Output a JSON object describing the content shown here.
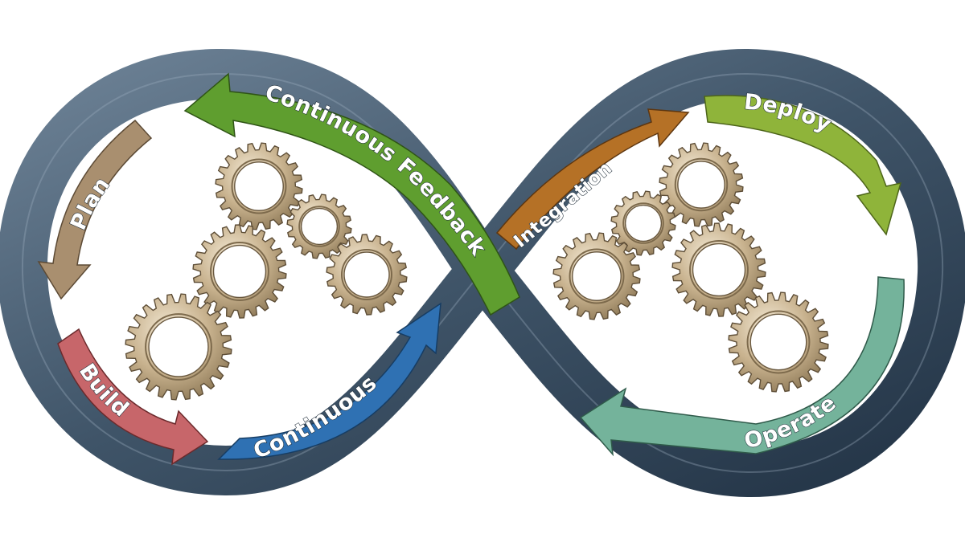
{
  "diagram": {
    "stages": [
      {
        "id": "plan",
        "label": "Plan",
        "color": "#a98f6f"
      },
      {
        "id": "build",
        "label": "Build",
        "color": "#c7666a"
      },
      {
        "id": "continuous",
        "label": "Continuous",
        "color": "#2f71b3"
      },
      {
        "id": "integration",
        "label": "Integration",
        "color": "#b57126"
      },
      {
        "id": "deploy",
        "label": "Deploy",
        "color": "#8fb43a"
      },
      {
        "id": "operate",
        "label": "Operate",
        "color": "#74b39b"
      },
      {
        "id": "continuous-feedback",
        "label": "Continuous Feedback",
        "color": "#5f9e2f"
      }
    ],
    "ring_color": "#3f5264",
    "gear_color": "#bda988"
  }
}
